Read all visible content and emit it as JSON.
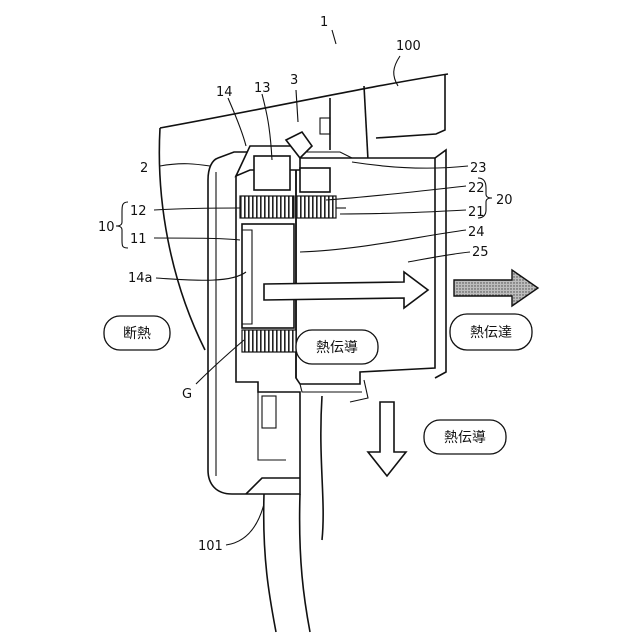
{
  "labels": {
    "n1": "1",
    "n100": "100",
    "n3": "3",
    "n14": "14",
    "n13": "13",
    "n2": "2",
    "n23": "23",
    "n22": "22",
    "n20": "20",
    "n12": "12",
    "n21": "21",
    "n10": "10",
    "n24": "24",
    "n11": "11",
    "n25": "25",
    "n14a": "14a",
    "nG": "G",
    "n101": "101"
  },
  "callouts": {
    "insulation": "断熱",
    "conduction_center": "熱伝導",
    "transfer_right": "熱伝達",
    "conduction_down": "熱伝導"
  }
}
